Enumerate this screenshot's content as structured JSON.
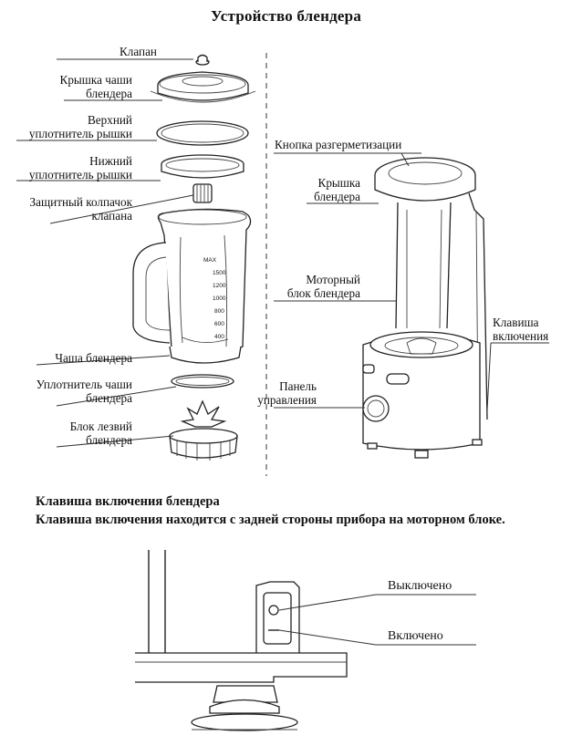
{
  "title": "Устройство блендера",
  "labels": {
    "valve": "Клапан",
    "lid_line1": "Крышка чаши",
    "lid_line2": "блендера",
    "upper_seal_line1": "Верхний",
    "upper_seal_line2": "уплотнитель рышки",
    "lower_seal_line1": "Нижний",
    "lower_seal_line2": "уплотнитель рышки",
    "valve_cap_line1": "Защитный колпачок",
    "valve_cap_line2": "клапана",
    "jar": "Чаша блендера",
    "jar_seal_line1": "Уплотнитель чаши",
    "jar_seal_line2": "блендера",
    "blade_line1": "Блок лезвий",
    "blade_line2": "блендера",
    "depressurize_button": "Кнопка разгерметизации",
    "blender_lid_line1": "Крышка",
    "blender_lid_line2": "блендера",
    "motor_line1": "Моторный",
    "motor_line2": "блок блендера",
    "panel_line1": "Панель",
    "panel_line2": "управления",
    "power_key_line1": "Клавиша",
    "power_key_line2": "включения"
  },
  "section": {
    "heading": "Клавиша включения блендера",
    "text": "Клавиша включения находится с задней стороны прибора на моторном блоке."
  },
  "switch": {
    "off": "Выключено",
    "on": "Включено"
  },
  "jar_marks": [
    "MAX",
    "1500",
    "1200",
    "1000",
    "800",
    "600",
    "400"
  ]
}
